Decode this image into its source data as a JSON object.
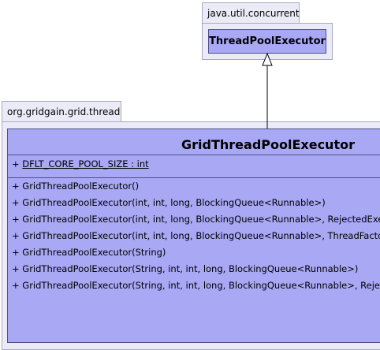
{
  "packages": {
    "concurrent": {
      "name": "java.util.concurrent"
    },
    "thread": {
      "name": "org.gridgain.grid.thread"
    }
  },
  "classes": {
    "parent": {
      "name": "ThreadPoolExecutor"
    },
    "child": {
      "name": "GridThreadPoolExecutor",
      "attributes": [
        {
          "visibility": "+",
          "text": "DFLT_CORE_POOL_SIZE : int",
          "static": true
        }
      ],
      "operations": [
        "+ GridThreadPoolExecutor()",
        "+ GridThreadPoolExecutor(int, int, long, BlockingQueue<Runnable>)",
        "+ GridThreadPoolExecutor(int, int, long, BlockingQueue<Runnable>, RejectedExecutionHandler)",
        "+ GridThreadPoolExecutor(int, int, long, BlockingQueue<Runnable>, ThreadFactory)",
        "+ GridThreadPoolExecutor(String)",
        "+ GridThreadPoolExecutor(String, int, int, long, BlockingQueue<Runnable>)",
        "+ GridThreadPoolExecutor(String, int, int, long, BlockingQueue<Runnable>, RejectedExecutionHandler)"
      ]
    }
  },
  "relations": [
    {
      "type": "generalization",
      "from": "GridThreadPoolExecutor",
      "to": "ThreadPoolExecutor"
    }
  ],
  "colors": {
    "package_fill": "#ebebf7",
    "package_border": "#a8a8c4",
    "class_fill": "#a8a8f5",
    "class_border": "#50508a"
  }
}
